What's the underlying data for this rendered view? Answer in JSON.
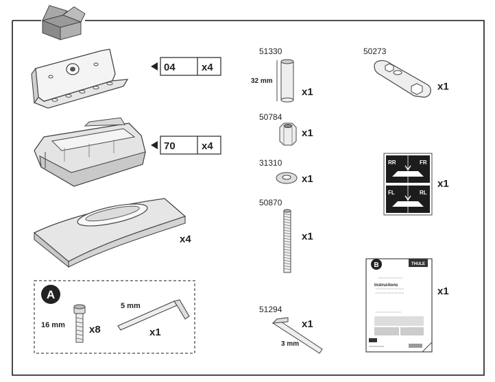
{
  "parts": {
    "foot_plate": {
      "code": "04",
      "qty": "x4"
    },
    "foot_pad": {
      "code": "70",
      "qty": "x4"
    },
    "rubber_pad": {
      "qty": "x4"
    },
    "spacer_tube": {
      "code": "51330",
      "dimension": "32 mm",
      "qty": "x1"
    },
    "nut": {
      "code": "50784",
      "qty": "x1"
    },
    "washer": {
      "code": "31310",
      "qty": "x1"
    },
    "threaded_rod": {
      "code": "50870",
      "qty": "x1"
    },
    "hex_key_3mm": {
      "code": "51294",
      "dimension": "3 mm",
      "qty": "x1"
    },
    "wrench_plate": {
      "code": "50273",
      "qty": "x1"
    },
    "stickers": {
      "qty": "x1",
      "labels": [
        "RR",
        "FR",
        "FL",
        "RL"
      ]
    },
    "instructions": {
      "badge": "B",
      "brand": "THULE",
      "title": "Instructions",
      "qty": "x1"
    }
  },
  "kit_a": {
    "badge": "A",
    "bolt_dimension": "16 mm",
    "bolt_qty": "x8",
    "hex_key_dimension": "5 mm",
    "hex_key_qty": "x1"
  },
  "icons": [
    "kit-box-icon",
    "pointer-arrow-icon"
  ]
}
